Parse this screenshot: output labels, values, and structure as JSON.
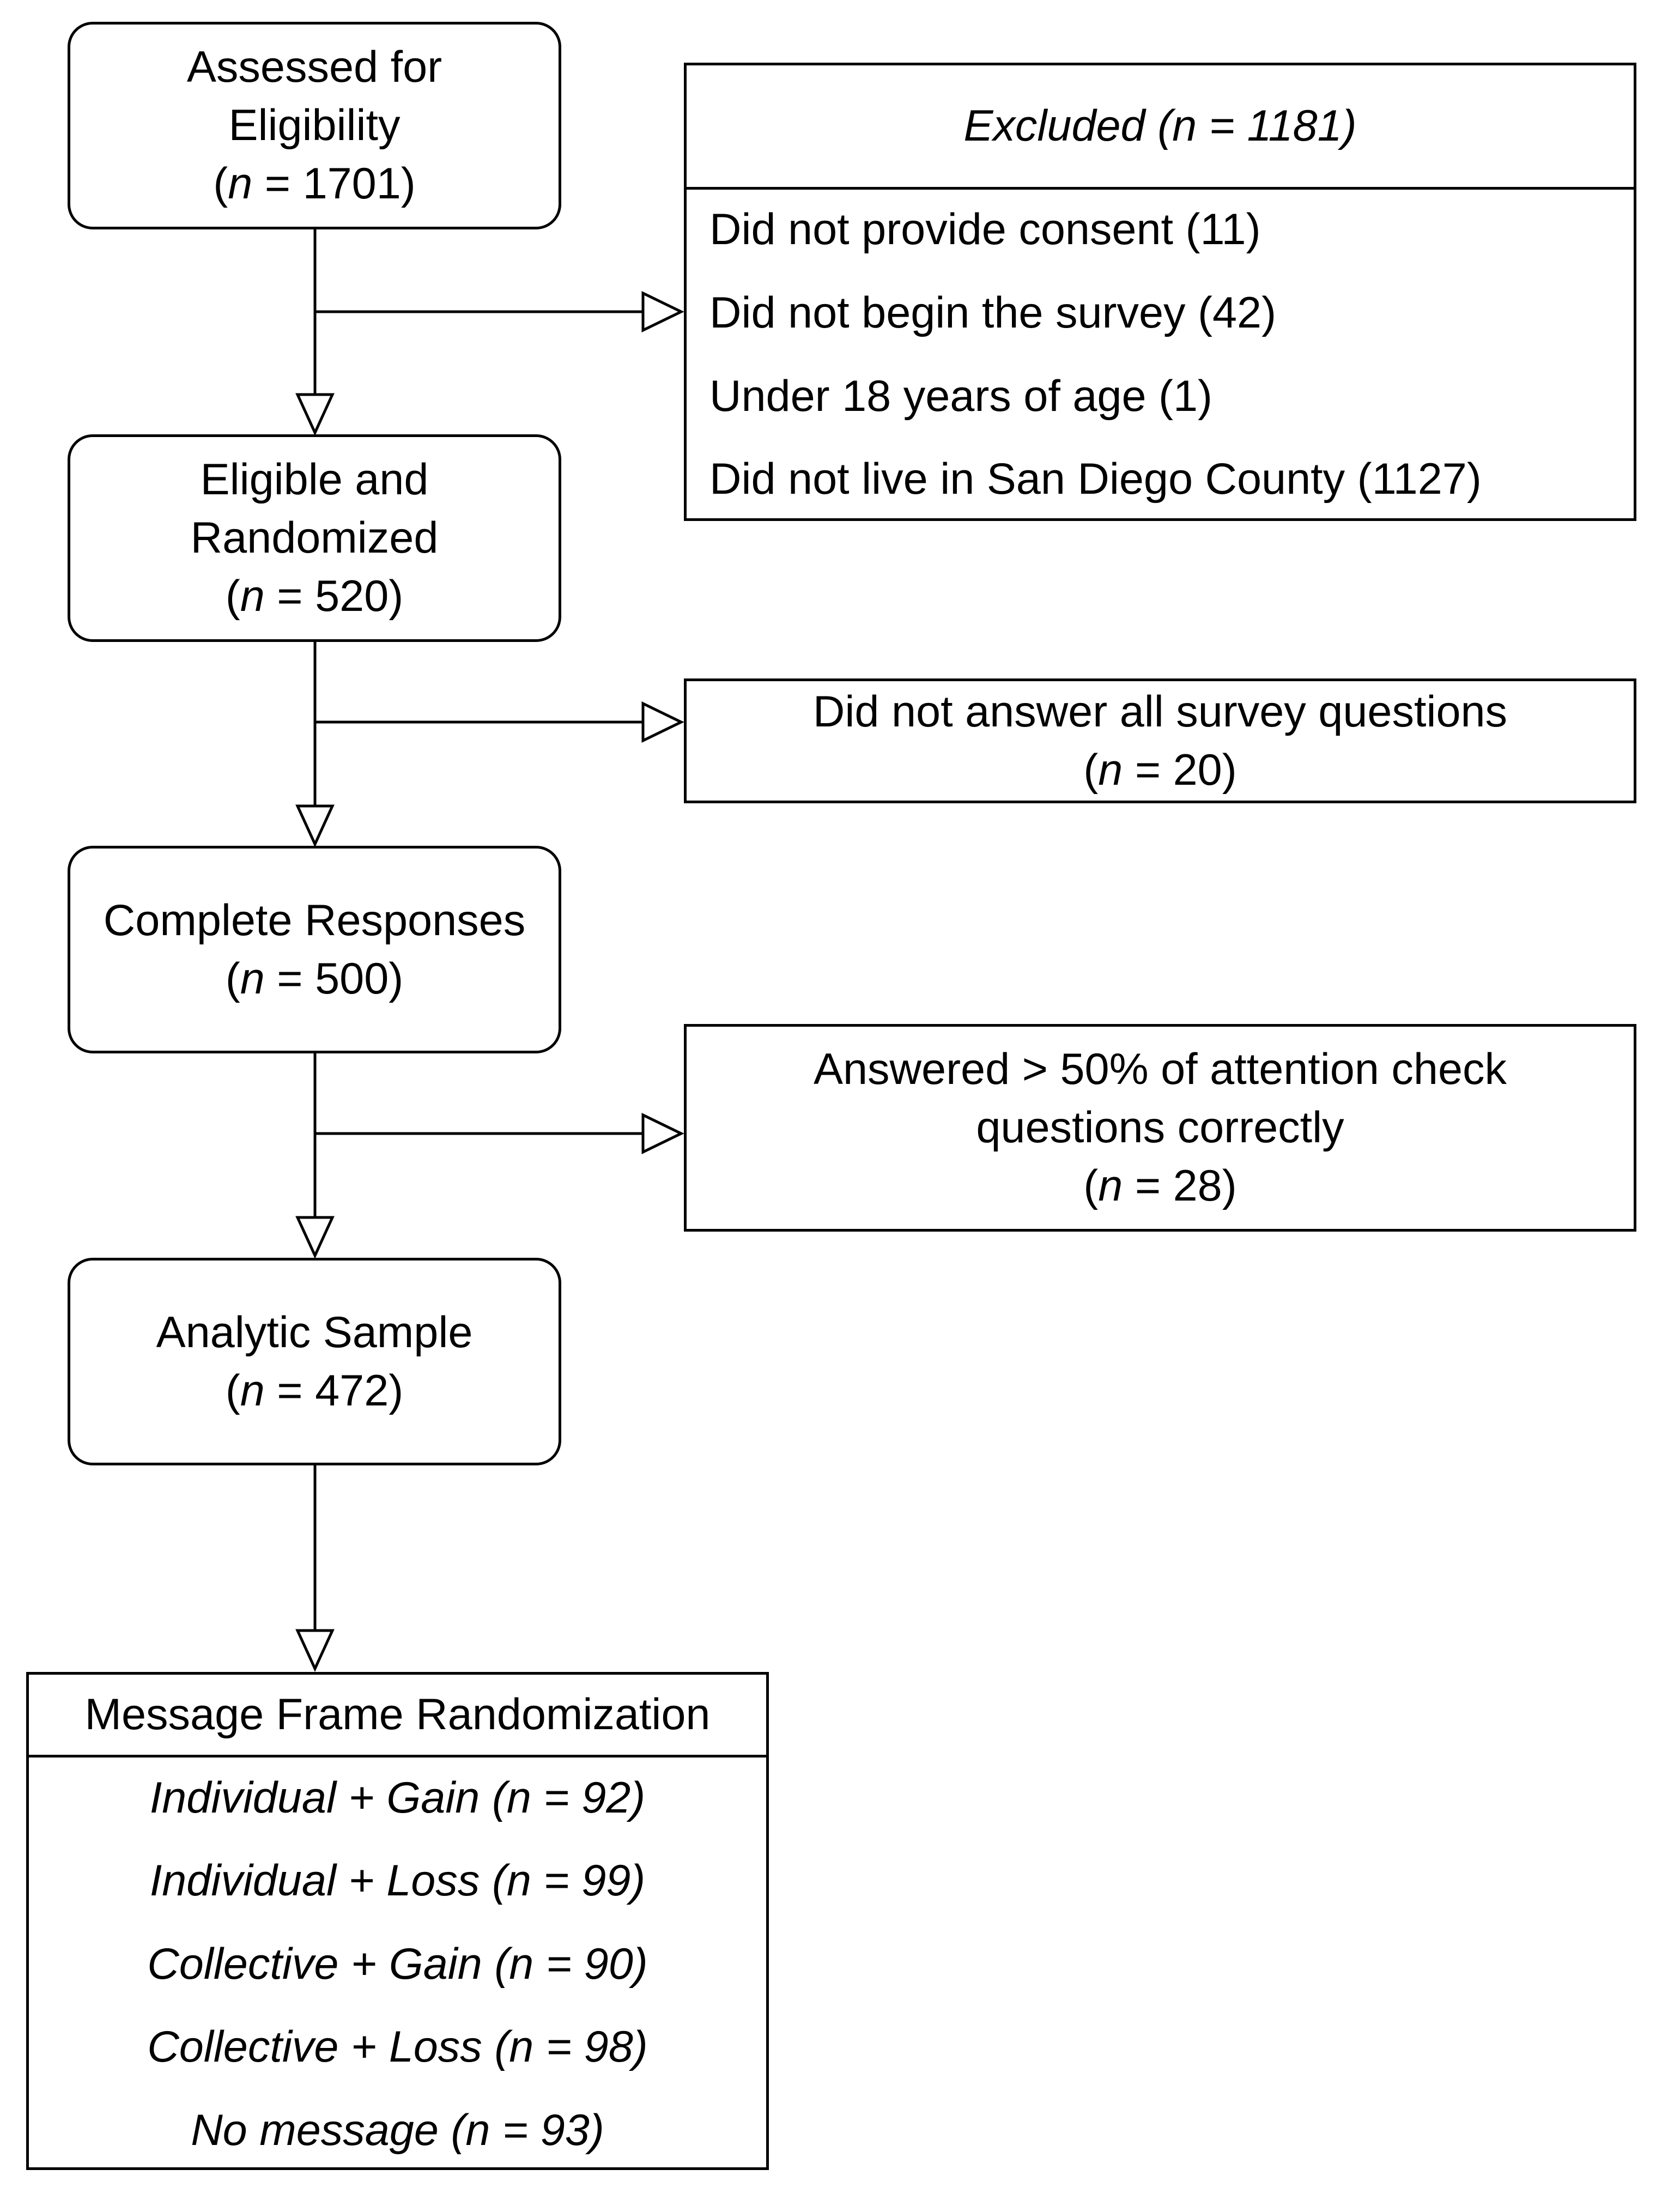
{
  "nodes": {
    "assessed": {
      "lines": [
        "Assessed for",
        "Eligibility"
      ],
      "n": "1701"
    },
    "eligible": {
      "lines": [
        "Eligible and",
        "Randomized"
      ],
      "n": "520"
    },
    "complete": {
      "lines": [
        "Complete Responses"
      ],
      "n": "500"
    },
    "analytic": {
      "lines": [
        "Analytic Sample"
      ],
      "n": "472"
    }
  },
  "excluded": {
    "title": "Excluded (n = 1181)",
    "items": [
      "Did not provide consent (11)",
      "Did not begin the survey (42)",
      "Under 18 years of age (1)",
      "Did not live in San Diego County (1127)"
    ]
  },
  "not_answered": {
    "lines": [
      "Did not answer all survey questions"
    ],
    "n": "20"
  },
  "attention": {
    "lines": [
      "Answered > 50% of attention check",
      "questions correctly"
    ],
    "n": "28"
  },
  "randomization": {
    "title": "Message Frame Randomization",
    "items": [
      "Individual + Gain (n = 92)",
      "Individual + Loss (n = 99)",
      "Collective + Gain (n = 90)",
      "Collective + Loss (n = 98)",
      "No message (n = 93)"
    ]
  },
  "n_prefix": "n",
  "n_equals": " = "
}
